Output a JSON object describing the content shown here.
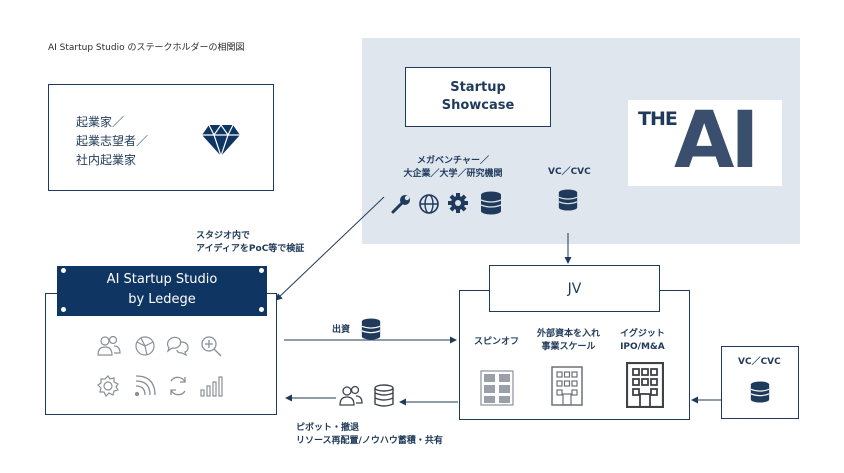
{
  "title": "AI Startup Studio のステークホルダーの相関図",
  "entrepreneur": {
    "line1": "起業家／",
    "line2": "起業志望者／",
    "line3": "社内起業家"
  },
  "showcase": {
    "line1": "Startup",
    "line2": "Showcase"
  },
  "logo": {
    "text1": "THE",
    "text2": "AI"
  },
  "corp_label": {
    "line1": "メガベンチャー／",
    "line2": "大企業／大学／研究機関"
  },
  "vc_top": "VC／CVC",
  "studio_note": {
    "line1": "スタジオ内で",
    "line2": "アイディアをPoC等で検証"
  },
  "studio": {
    "line1": "AI Startup Studio",
    "line2": "by Ledege"
  },
  "jv": "JV",
  "investment": "出資",
  "spinoff": "スピンオフ",
  "scale": {
    "line1": "外部資本を入れ",
    "line2": "事業スケール"
  },
  "exit": {
    "line1": "イグジット",
    "line2": "IPO/M&A"
  },
  "vc_right": "VC／CVC",
  "pivot": {
    "line1": "ピボット・撤退",
    "line2": "リソース再配置/ノウハウ蓄積・共有"
  },
  "colors": {
    "navy": "#0f3562",
    "stroke": "#1f3a5a",
    "panel": "#dfe6ee"
  }
}
